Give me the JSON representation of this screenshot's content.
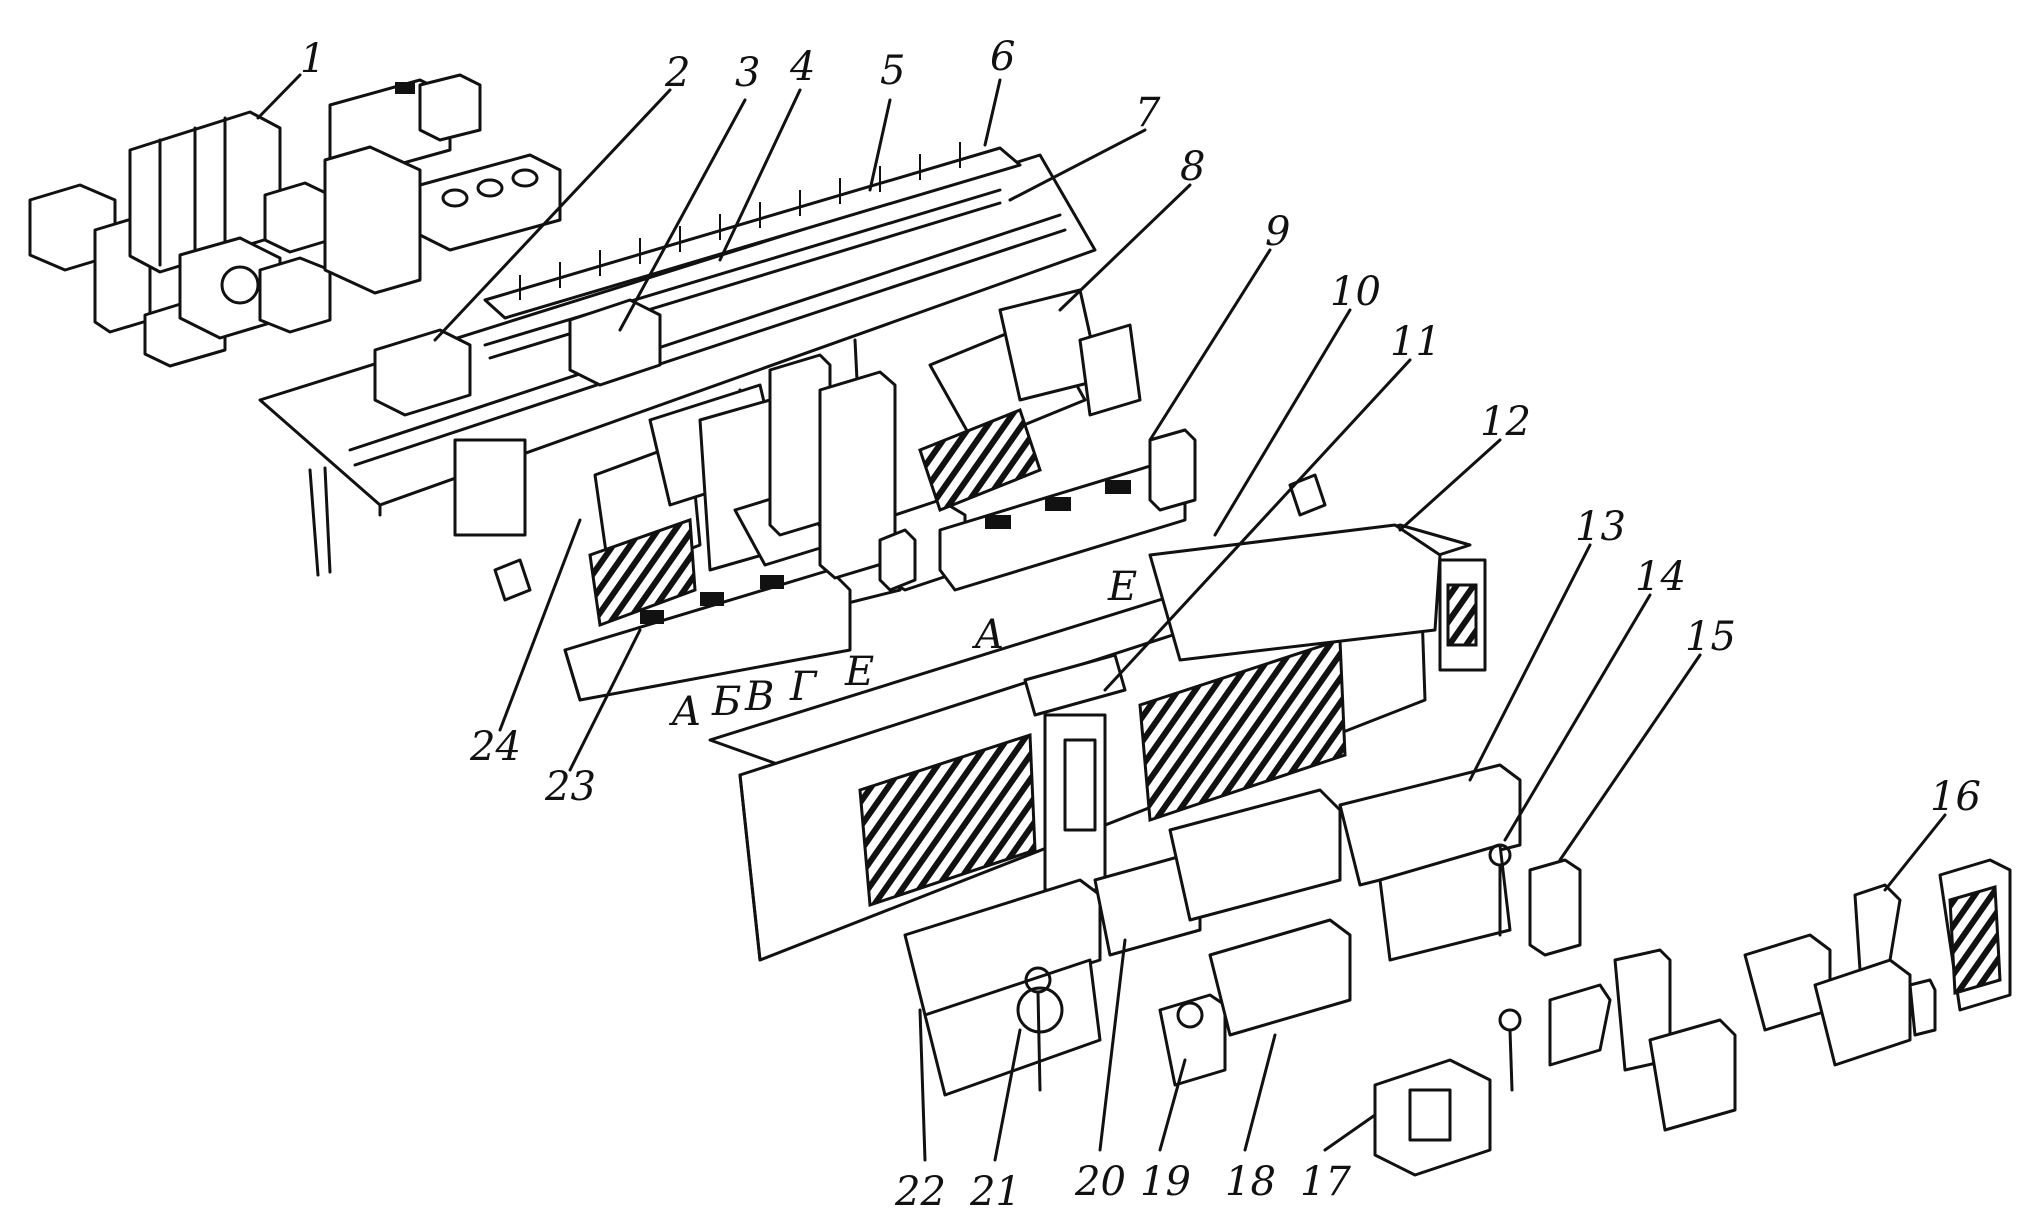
{
  "labels": {
    "l1": "1",
    "l2": "2",
    "l3": "3",
    "l4": "4",
    "l5": "5",
    "l6": "6",
    "l7": "7",
    "l8": "8",
    "l9": "9",
    "l10": "10",
    "l11": "11",
    "l12": "12",
    "l13": "13",
    "l14": "14",
    "l15": "15",
    "l16": "16",
    "l17": "17",
    "l18": "18",
    "l19": "19",
    "l20": "20",
    "l21": "21",
    "l22": "22",
    "l23": "23",
    "l24": "24"
  },
  "letters_left": {
    "a": "A",
    "b": "Б",
    "v": "В",
    "g": "Г",
    "e": "Е"
  },
  "letters_right": {
    "a": "A",
    "e": "Е"
  }
}
